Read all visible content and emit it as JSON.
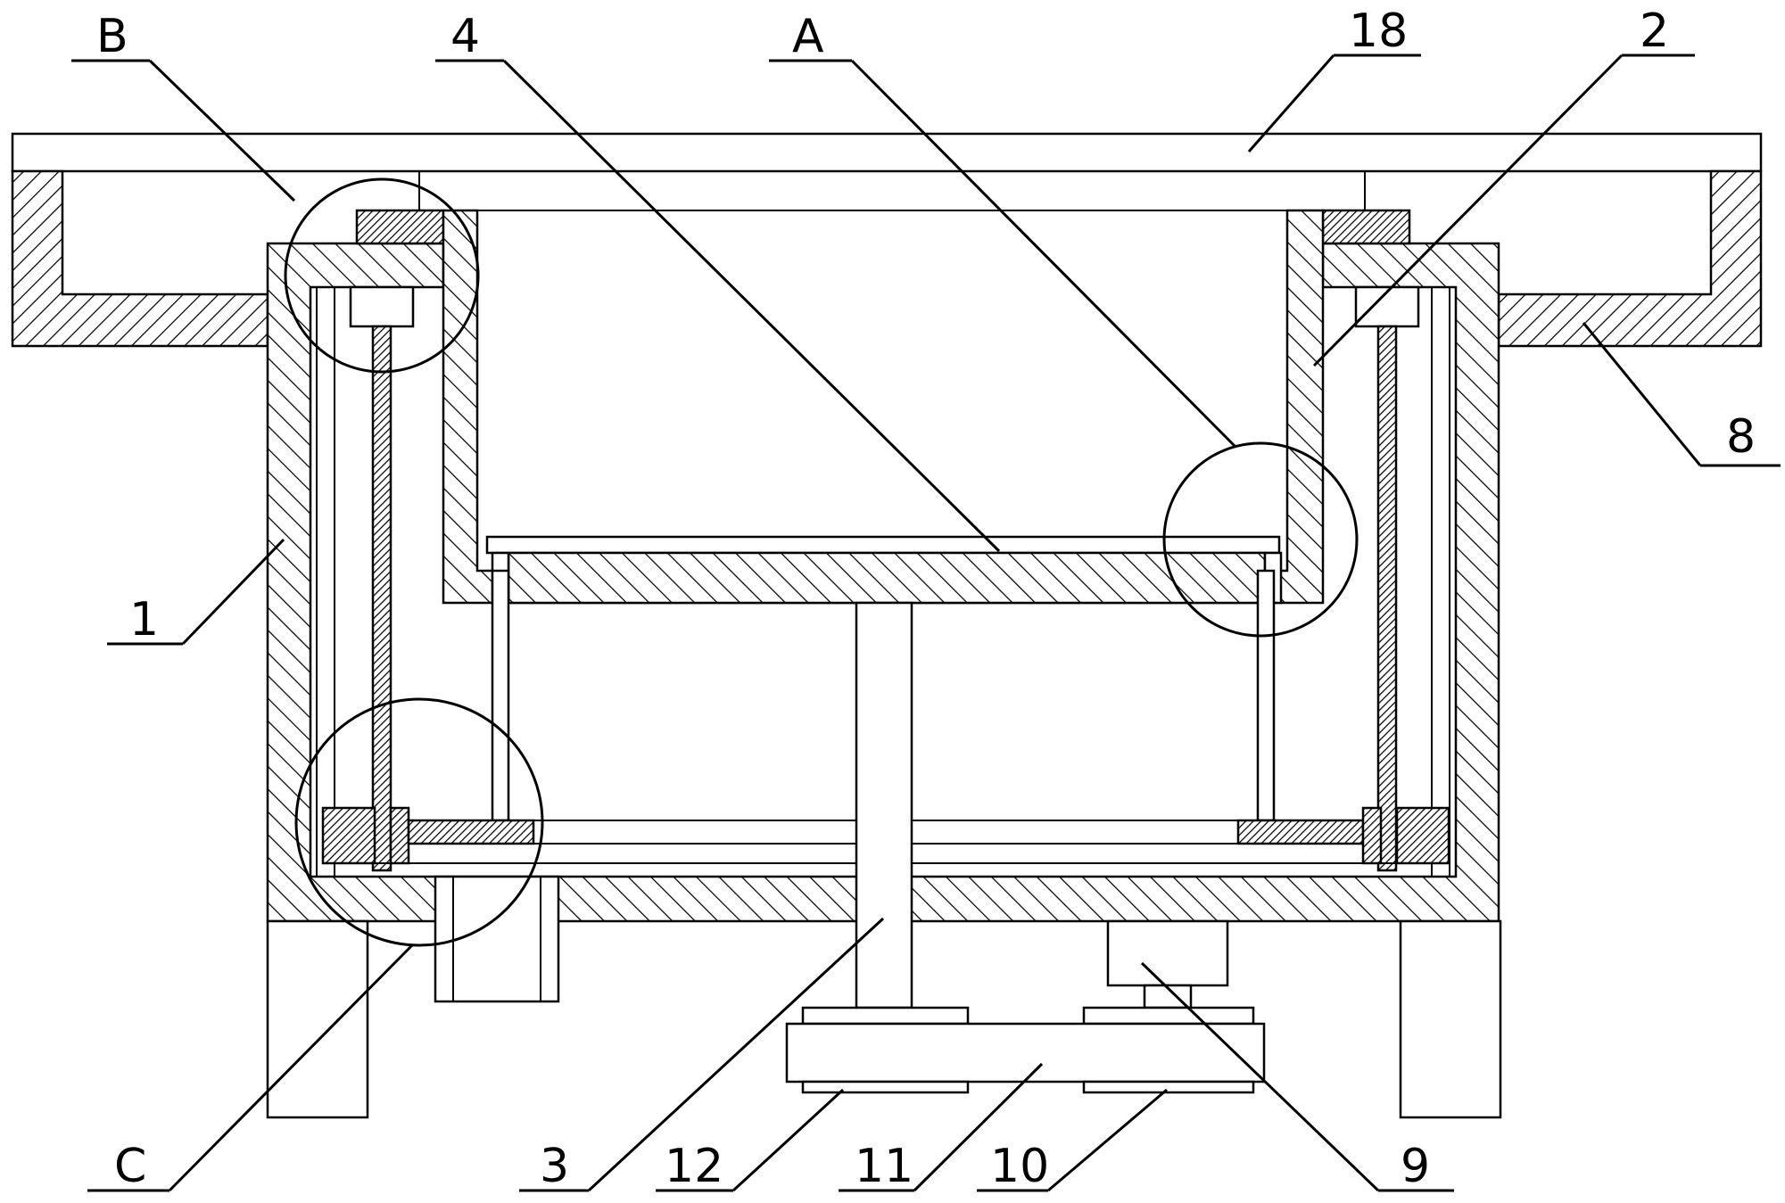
{
  "title": "",
  "labels": {
    "B": "B",
    "4": "4",
    "A": "A",
    "18": "18",
    "2": "2",
    "8": "8",
    "1": "1",
    "C": "C",
    "3": "3",
    "12": "12",
    "11": "11",
    "10": "10",
    "9": "9"
  },
  "detail_circles": [
    "A",
    "B",
    "C"
  ],
  "colors": {
    "line": "#000000",
    "background": "#ffffff"
  }
}
